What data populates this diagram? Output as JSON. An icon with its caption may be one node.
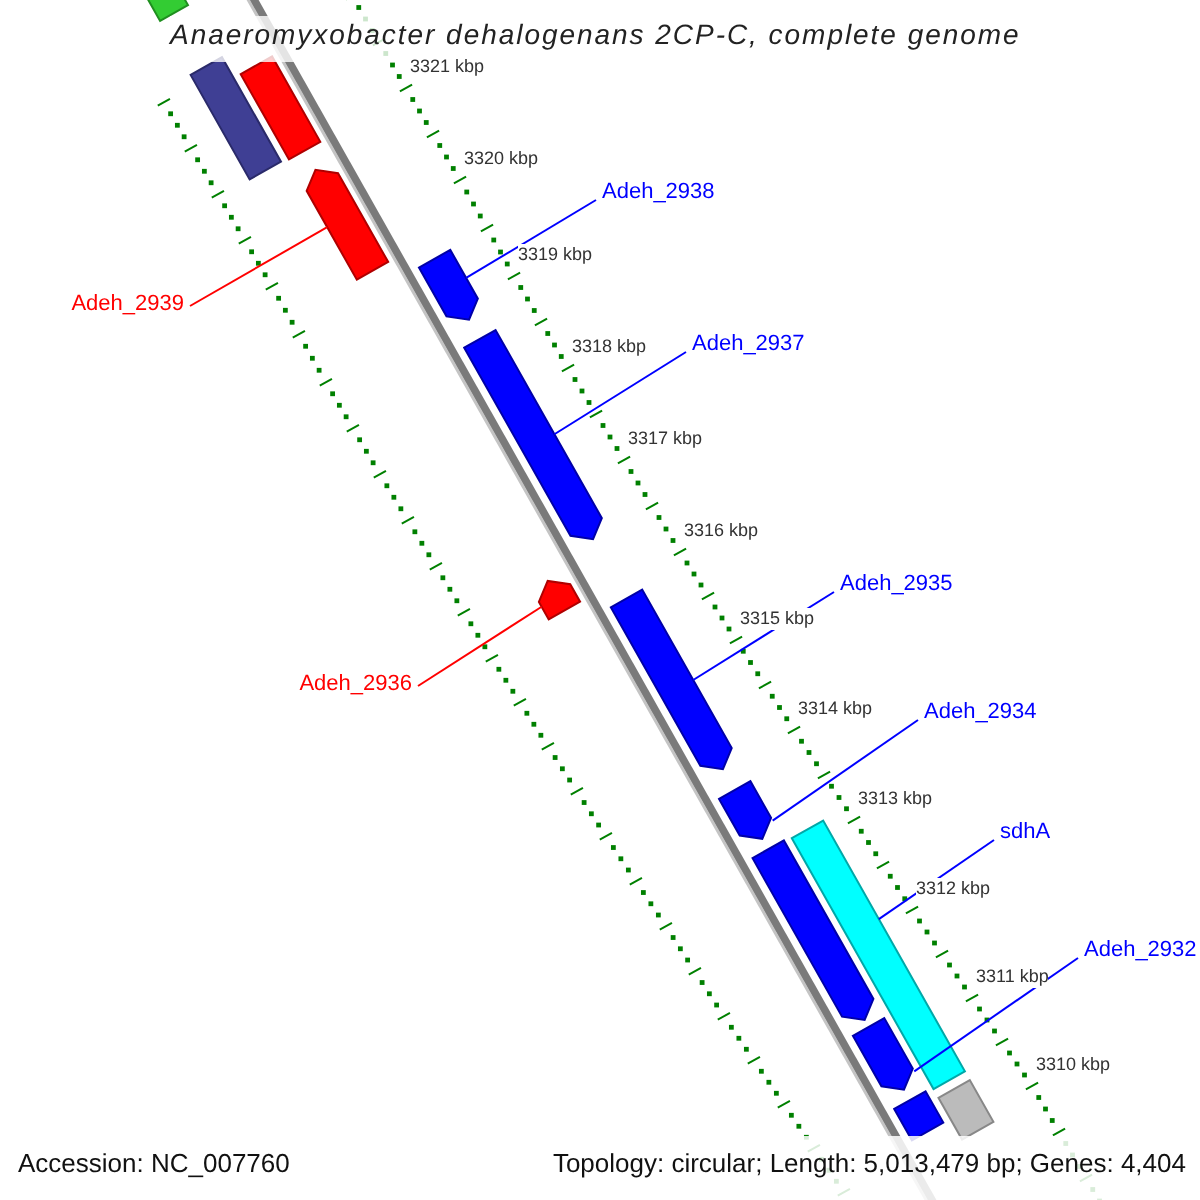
{
  "diagram": {
    "title": "Anaeromyxobacter dehalogenans 2CP-C, complete genome",
    "nodes": [
      {
        "text": [
          "Adeh_2938"
        ]
      },
      {
        "text": [
          "Adeh_2939"
        ]
      },
      {
        "text": [
          "Adeh_2937"
        ]
      },
      {
        "text": [
          "Adeh_2935"
        ]
      },
      {
        "text": [
          "Adeh_2936"
        ]
      },
      {
        "text": [
          "Adeh_2934"
        ]
      },
      {
        "text": [
          "sdhA"
        ]
      },
      {
        "text": [
          "Adeh_2932"
        ]
      },
      {
        "text": [],
        "shape": "bar"
      },
      {
        "text": [],
        "shape": "bar"
      },
      {
        "text": [],
        "shape": "bar"
      },
      {
        "text": [],
        "shape": "pentagon"
      },
      {
        "text": [],
        "shape": "pentagon"
      },
      {
        "text": [],
        "shape": "pentagon"
      },
      {
        "text": [],
        "shape": "pentagon"
      },
      {
        "text": [],
        "shape": "pentagon"
      },
      {
        "text": [],
        "shape": "pentagon"
      },
      {
        "text": [],
        "shape": "pentagon"
      },
      {
        "text": [],
        "shape": "bar"
      },
      {
        "text": [],
        "shape": "pentagon"
      },
      {
        "text": [],
        "shape": "bar"
      },
      {
        "text": [],
        "shape": "bar"
      }
    ],
    "edges": [
      {
        "from": 0,
        "to": 12,
        "arrow": "none"
      },
      {
        "from": 1,
        "to": 11,
        "arrow": "none",
        "color": "#ff0000"
      },
      {
        "from": 2,
        "to": 13,
        "arrow": "none"
      },
      {
        "from": 3,
        "to": 15,
        "arrow": "none"
      },
      {
        "from": 4,
        "to": 14,
        "arrow": "none",
        "color": "#ff0000"
      },
      {
        "from": 5,
        "to": 16,
        "arrow": "none"
      },
      {
        "from": 6,
        "to": 18,
        "arrow": "none"
      },
      {
        "from": 7,
        "to": 19,
        "arrow": "none"
      }
    ],
    "labels": [
      "3321 kbp",
      "3320 kbp",
      "3319 kbp",
      "3318 kbp",
      "3317 kbp",
      "3316 kbp",
      "3315 kbp",
      "3314 kbp",
      "3313 kbp",
      "3312 kbp",
      "3311 kbp",
      "3310 kbp",
      "Accession: NC_007760",
      "Topology: circular; Length: 5,013,479 bp; Genes: 4,404"
    ]
  }
}
